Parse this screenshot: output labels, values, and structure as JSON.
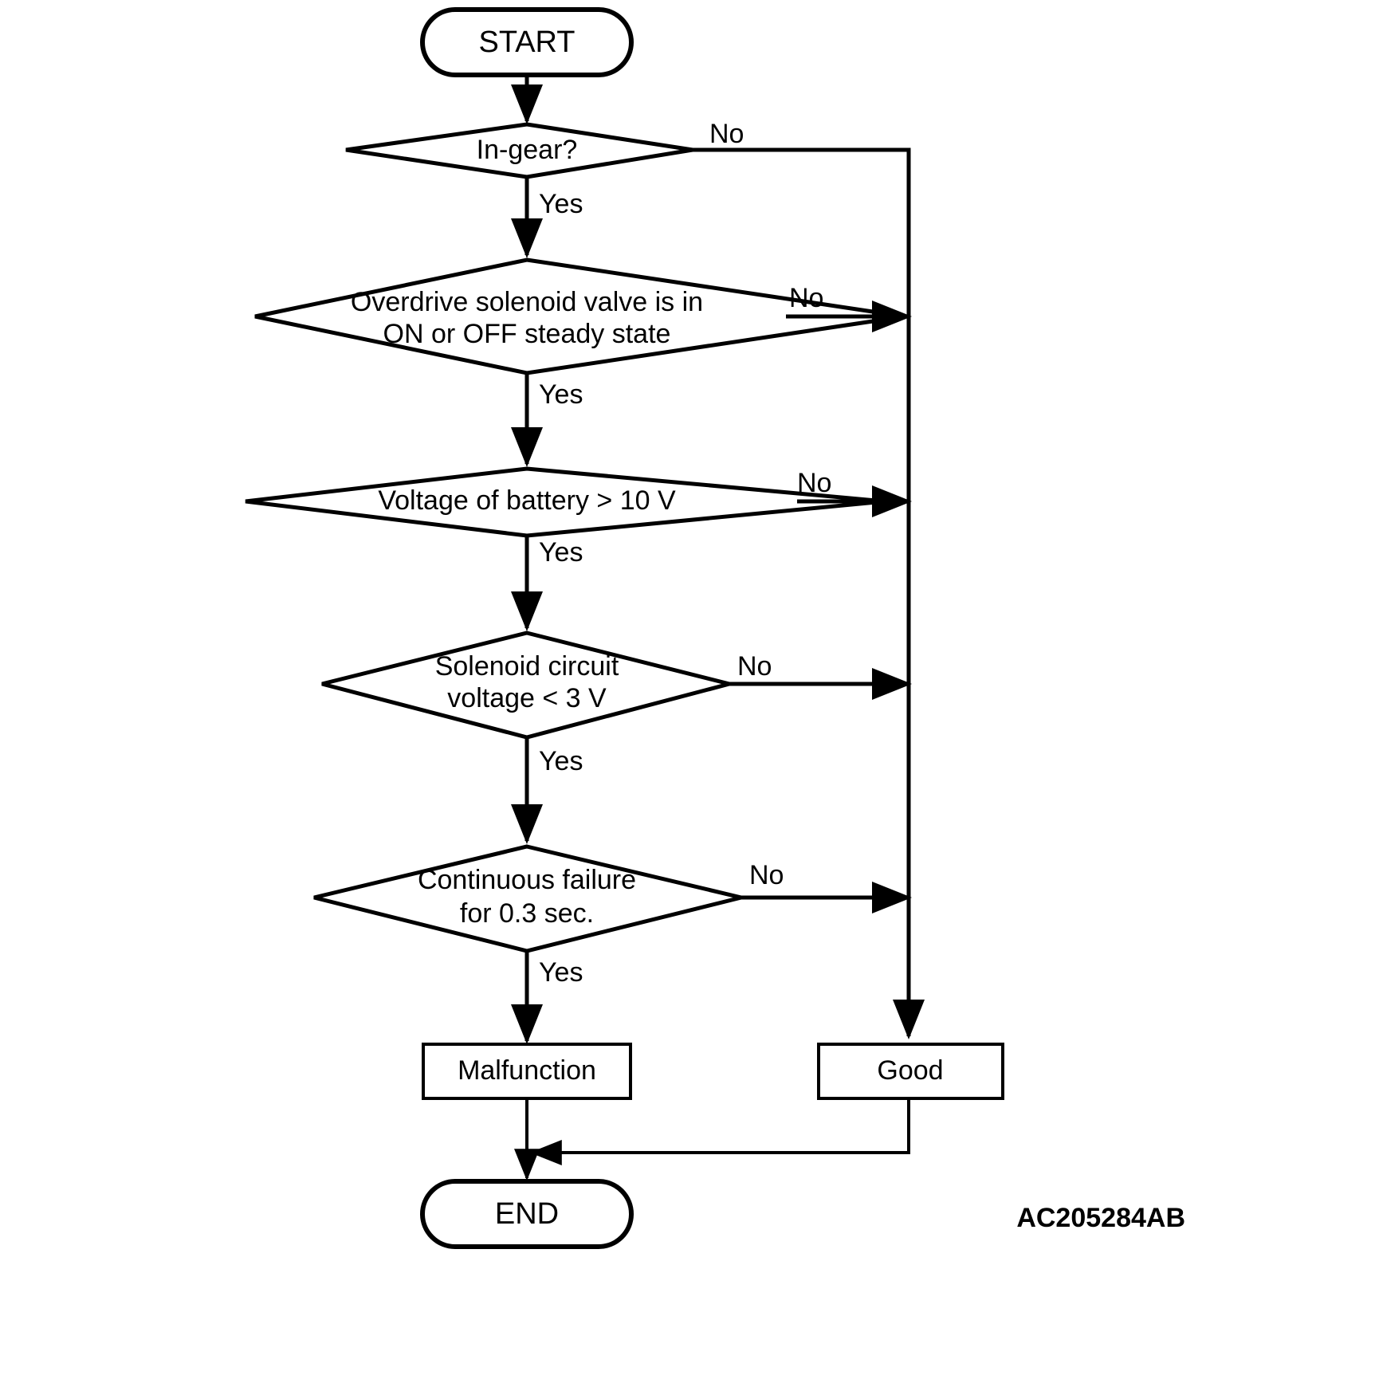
{
  "diagram": {
    "title": "Overdrive solenoid valve diagnostic flowchart",
    "reference_code": "AC205284AB",
    "colors": {
      "stroke": "#000000",
      "fill": "#ffffff",
      "text": "#000000"
    },
    "start_node": {
      "label": "START",
      "shape": "terminator"
    },
    "end_node": {
      "label": "END",
      "shape": "terminator"
    },
    "decisions": [
      {
        "id": "in-gear",
        "line1": "In-gear?",
        "line2": "",
        "yes_label": "Yes",
        "no_label": "No"
      },
      {
        "id": "overdrive-steady-state",
        "line1": "Overdrive solenoid valve is in",
        "line2": "ON or OFF steady state",
        "yes_label": "Yes",
        "no_label": "No"
      },
      {
        "id": "battery-voltage",
        "line1": "Voltage of battery > 10 V",
        "line2": "",
        "yes_label": "Yes",
        "no_label": "No"
      },
      {
        "id": "solenoid-circuit-voltage",
        "line1": "Solenoid circuit",
        "line2": "voltage < 3 V",
        "yes_label": "Yes",
        "no_label": "No"
      },
      {
        "id": "continuous-failure",
        "line1": "Continuous failure",
        "line2": "for 0.3 sec.",
        "yes_label": "Yes",
        "no_label": "No"
      }
    ],
    "outcomes": [
      {
        "id": "malfunction",
        "label": "Malfunction",
        "shape": "process"
      },
      {
        "id": "good",
        "label": "Good",
        "shape": "process"
      }
    ]
  }
}
